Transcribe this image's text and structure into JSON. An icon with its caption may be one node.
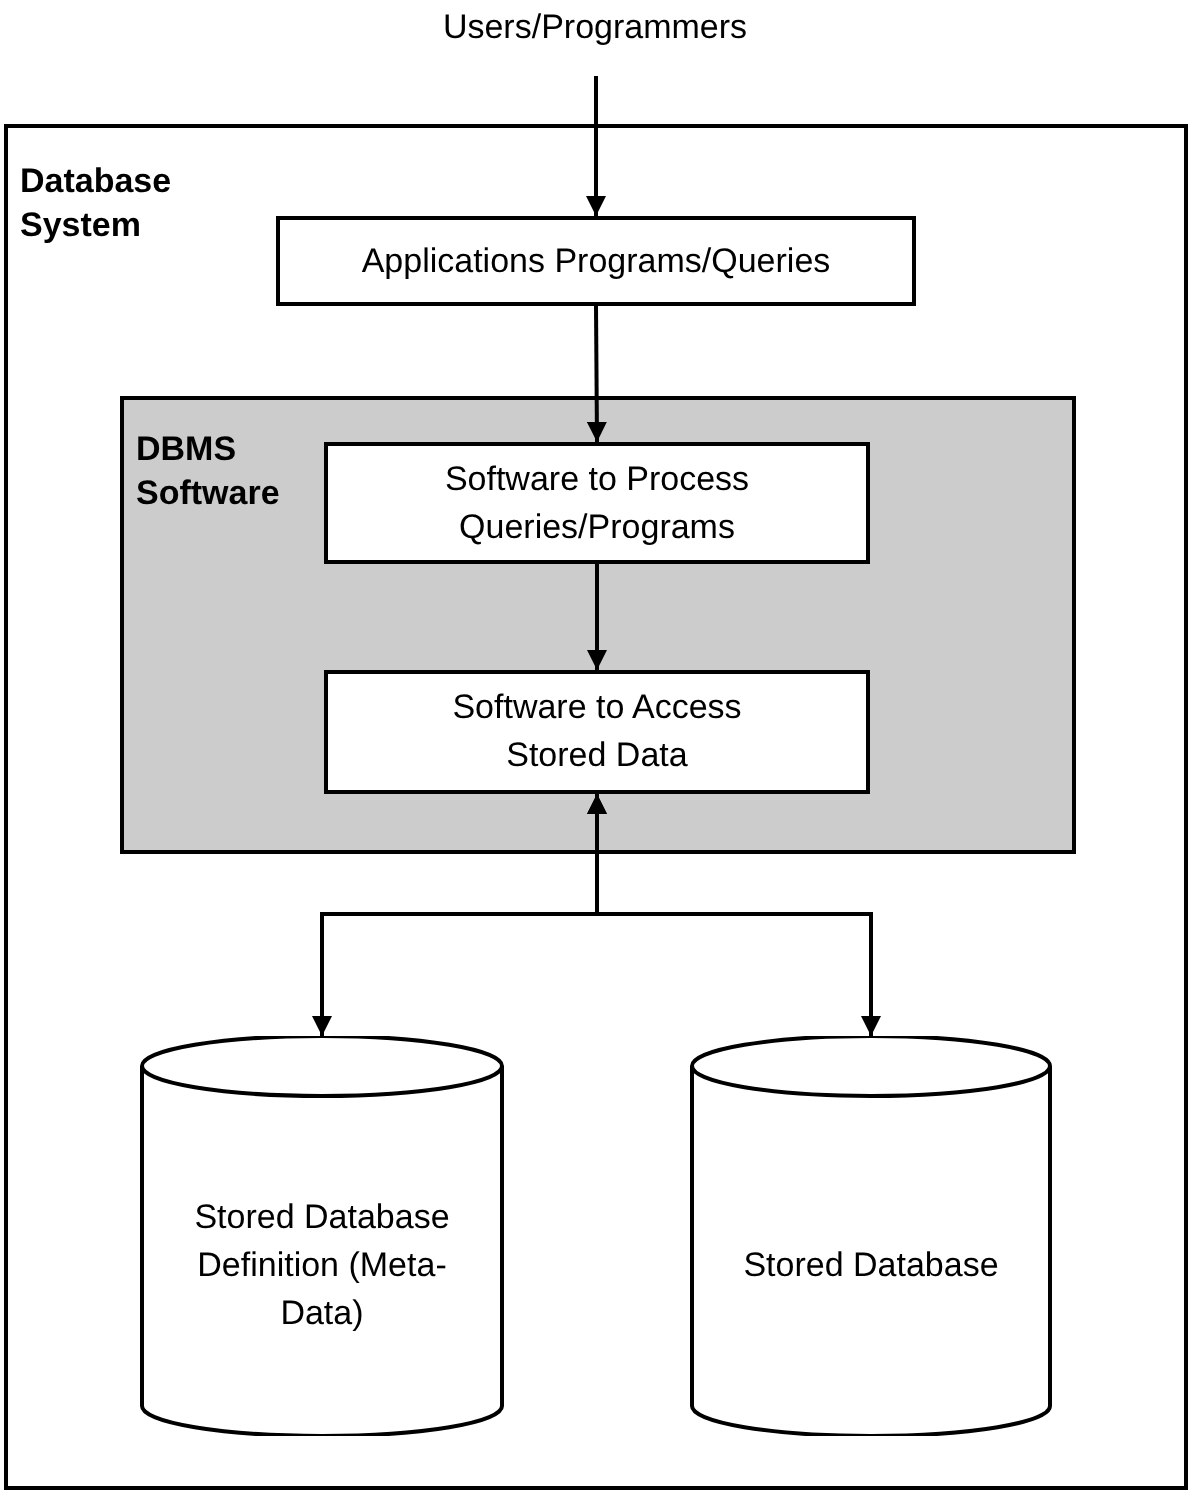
{
  "diagram": {
    "nodes": [
      {
        "text": [
          "Users/Programmers"
        ]
      },
      {
        "text": [
          "Database System"
        ]
      },
      {
        "text": [
          "Applications Programs/Queries"
        ],
        "in": 1
      },
      {
        "text": [
          "DBMS Software"
        ],
        "in": 1
      },
      {
        "text": [
          "Software to Process Queries/Programs"
        ],
        "in": 3
      },
      {
        "text": [
          "Software to Access Stored Data"
        ],
        "in": 3
      },
      {
        "text": [
          "Stored Database Definition (Meta-Data)"
        ],
        "in": 1
      },
      {
        "text": [
          "Stored Database"
        ],
        "in": 1
      }
    ],
    "edges": [
      {
        "from": 0,
        "to": 2,
        "arrow": "to"
      },
      {
        "from": 2,
        "to": 4,
        "arrow": "to"
      },
      {
        "from": 4,
        "to": 5,
        "arrow": "to"
      },
      {
        "from": 5,
        "to": 6,
        "arrow": "both"
      },
      {
        "from": 5,
        "to": 7,
        "arrow": "both"
      }
    ]
  }
}
